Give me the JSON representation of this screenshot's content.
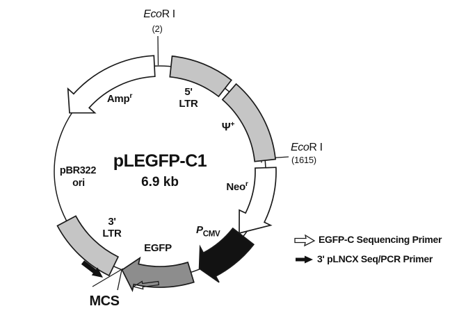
{
  "figure": {
    "title": "pLEGFP-C1",
    "size": "6.9 kb"
  },
  "sites": {
    "top": {
      "italic": "Eco",
      "rest": "R I",
      "pos": "(2)"
    },
    "right": {
      "italic": "Eco",
      "rest": "R I",
      "pos": "(1615)"
    }
  },
  "features": {
    "five_ltr": {
      "line1": "5'",
      "line2": "LTR"
    },
    "psi": {
      "base": "Ψ",
      "sup": "+"
    },
    "neo": {
      "base": "Neo",
      "sup": "r"
    },
    "pcmv": {
      "base": "P",
      "sub": "CMV"
    },
    "egfp": {
      "label": "EGFP"
    },
    "three_ltr": {
      "line1": "3'",
      "line2": "LTR"
    },
    "amp": {
      "base": "Amp",
      "sup": "r"
    },
    "ori": {
      "line1": "pBR322",
      "line2": "ori"
    },
    "mcs": {
      "label": "MCS"
    }
  },
  "legend": {
    "items": [
      {
        "icon": "white-primer-arrow",
        "label": "EGFP-C Sequencing Primer"
      },
      {
        "icon": "black-primer-arrow",
        "label": "3' pLNCX Seq/PCR Primer"
      }
    ]
  },
  "colors": {
    "feature_light_gray": "#c5c5c5",
    "feature_mid_gray": "#8d8d8d",
    "feature_black": "#121212",
    "feature_white": "#ffffff",
    "outline": "#1a1a1a",
    "background": "#ffffff"
  }
}
